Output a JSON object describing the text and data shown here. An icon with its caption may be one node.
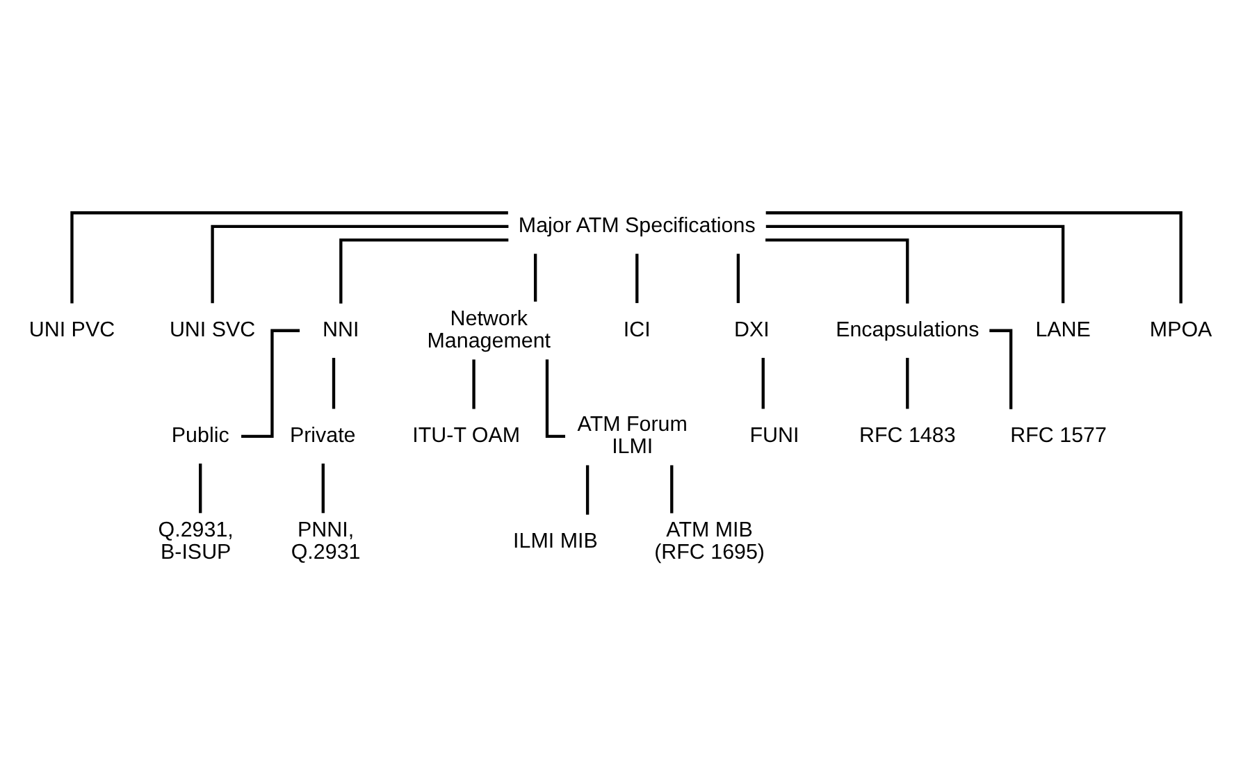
{
  "diagram": {
    "nodes": [
      {
        "text": [
          "Major ATM Specifications"
        ]
      },
      {
        "text": [
          "UNI PVC"
        ]
      },
      {
        "text": [
          "UNI SVC"
        ]
      },
      {
        "text": [
          "NNI"
        ]
      },
      {
        "text": [
          "Network Management"
        ]
      },
      {
        "text": [
          "ICI"
        ]
      },
      {
        "text": [
          "DXI"
        ]
      },
      {
        "text": [
          "Encapsulations"
        ]
      },
      {
        "text": [
          "FUNI"
        ]
      },
      {
        "text": [
          "RFC 1483"
        ]
      },
      {
        "text": [
          "RFC 1577"
        ]
      },
      {
        "text": [
          "Public"
        ]
      },
      {
        "text": [
          "Private"
        ]
      },
      {
        "text": [
          "ITU-T OAM"
        ]
      },
      {
        "text": [
          "ATM Forum ILMI"
        ]
      },
      {
        "text": [
          "Q.2931, B-ISUP"
        ]
      },
      {
        "text": [
          "PNNI, Q.2931"
        ]
      },
      {
        "text": [
          "ILMI MIB"
        ]
      },
      {
        "text": [
          "ATM MIB (RFC 1695)"
        ]
      },
      {
        "text": [
          "LANE"
        ]
      },
      {
        "text": [
          "MPOA"
        ]
      }
    ],
    "edges": [
      {
        "from": 0,
        "to": 1,
        "arrow": "none"
      },
      {
        "from": 0,
        "to": 2,
        "arrow": "none"
      },
      {
        "from": 0,
        "to": 3,
        "arrow": "none"
      },
      {
        "from": 0,
        "to": 19,
        "arrow": "none"
      },
      {
        "from": 0,
        "to": 20,
        "arrow": "none"
      },
      {
        "from": 0,
        "to": 4,
        "arrow": "none"
      },
      {
        "from": 0,
        "to": 5,
        "arrow": "none"
      },
      {
        "from": 0,
        "to": 6,
        "arrow": "none"
      },
      {
        "from": 0,
        "to": 7,
        "arrow": "none"
      },
      {
        "from": 3,
        "to": 11,
        "arrow": "none"
      },
      {
        "from": 3,
        "to": 12,
        "arrow": "none"
      },
      {
        "from": 4,
        "to": 13,
        "arrow": "none"
      },
      {
        "from": 4,
        "to": 14,
        "arrow": "none"
      },
      {
        "from": 6,
        "to": 8,
        "arrow": "none"
      },
      {
        "from": 7,
        "to": 9,
        "arrow": "none"
      },
      {
        "from": 7,
        "to": 10,
        "arrow": "none"
      },
      {
        "from": 11,
        "to": 15,
        "arrow": "none"
      },
      {
        "from": 12,
        "to": 16,
        "arrow": "none"
      },
      {
        "from": 14,
        "to": 17,
        "arrow": "none"
      },
      {
        "from": 14,
        "to": 18,
        "arrow": "none"
      }
    ]
  }
}
